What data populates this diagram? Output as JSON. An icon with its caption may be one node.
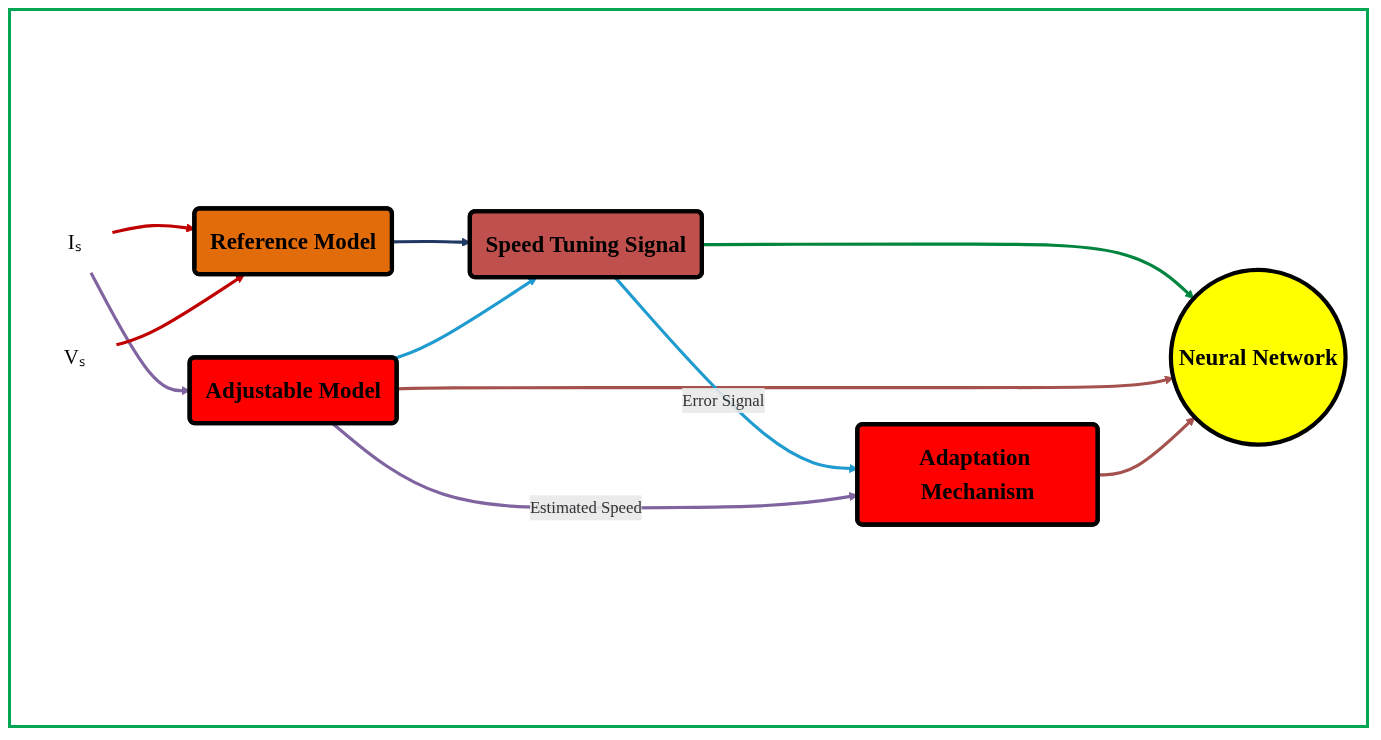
{
  "diagram": {
    "nodes": [
      {
        "text": [
          "Adjustable Model"
        ]
      },
      {
        "text": [
          "Iₛ"
        ]
      },
      {
        "text": [
          "Reference Model"
        ]
      },
      {
        "text": [
          "Speed Tuning Signal"
        ]
      },
      {
        "text": [
          "Neural Network"
        ]
      },
      {
        "text": [
          "Vₛ"
        ]
      },
      {
        "text": [
          "Adaptation Mechanism"
        ]
      }
    ],
    "edges": [
      {
        "from": 1,
        "to": 2,
        "arrow": "to",
        "color": "#c00000"
      },
      {
        "from": 1,
        "to": 0,
        "arrow": "to",
        "color": "#7f64a0"
      },
      {
        "from": 5,
        "to": 2,
        "arrow": "to",
        "color": "#c00000"
      },
      {
        "from": 2,
        "to": 3,
        "arrow": "to",
        "color": "#1f3864"
      },
      {
        "from": 0,
        "to": 3,
        "arrow": "to",
        "color": "#1f9bd0"
      },
      {
        "from": 3,
        "to": 4,
        "arrow": "to",
        "color": "#00853e"
      },
      {
        "from": 0,
        "to": 4,
        "arrow": "to",
        "color": "#a5524e"
      },
      {
        "from": 6,
        "to": 4,
        "arrow": "to",
        "color": "#a5524e"
      },
      {
        "from": 3,
        "to": 6,
        "arrow": "to",
        "label": "Error Signal",
        "color": "#1f9bd0"
      },
      {
        "from": 0,
        "to": 6,
        "arrow": "to",
        "label": "Estimated Speed",
        "color": "#7f64a0"
      }
    ]
  }
}
